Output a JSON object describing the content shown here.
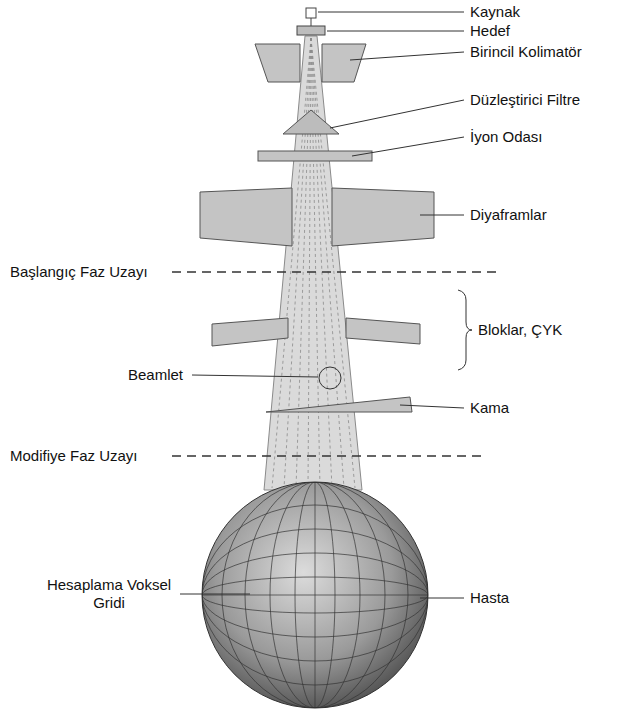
{
  "diagram": {
    "labels": [
      "Kaynak",
      "Hedef",
      "Birincil Kolimatör",
      "Düzleştirici Filtre",
      "İyon Odası",
      "Diyaframlar",
      "Başlangıç Faz Uzayı",
      "Bloklar, ÇYK",
      "Beamlet",
      "Kama",
      "Modifiye Faz Uzayı",
      "Hesaplama Voksel Gridi",
      "Hasta"
    ]
  }
}
